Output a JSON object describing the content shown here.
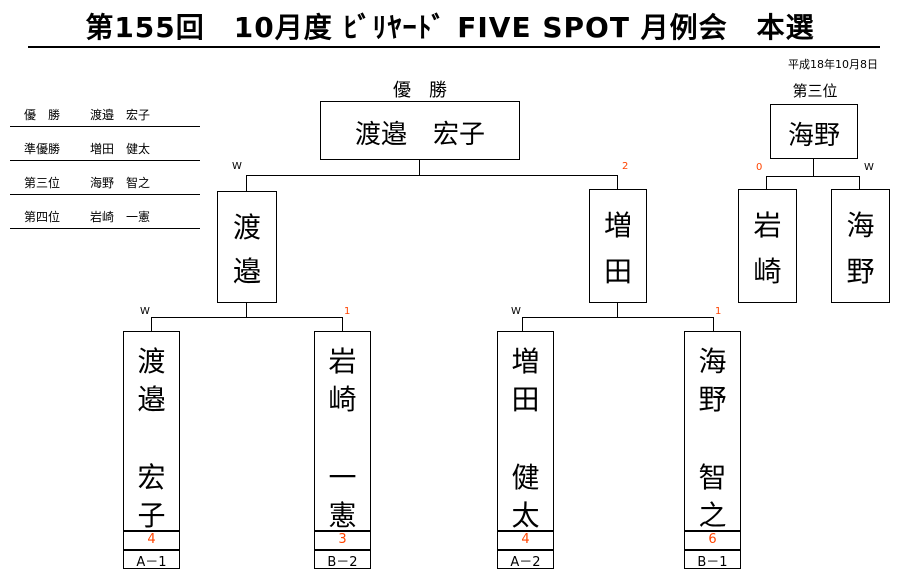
{
  "title": "第155回　10月度 ﾋﾞﾘﾔｰﾄﾞ FIVE SPOT 月例会　本選",
  "date": "平成18年10月8日",
  "summary": [
    {
      "rank": "優　勝",
      "name": "渡邉　宏子"
    },
    {
      "rank": "準優勝",
      "name": "増田　健太"
    },
    {
      "rank": "第三位",
      "name": "海野　智之"
    },
    {
      "rank": "第四位",
      "name": "岩崎　一憲"
    }
  ],
  "final": {
    "label": "優　勝",
    "winner": "渡邉　宏子"
  },
  "third_place": {
    "label": "第三位",
    "winner": "海野"
  },
  "semifinals": [
    {
      "name": [
        "渡",
        "邉"
      ],
      "mark": "W"
    },
    {
      "name": [
        "増",
        "田"
      ],
      "mark": "2"
    }
  ],
  "third_match": [
    {
      "name": [
        "岩",
        "崎"
      ],
      "mark": "0"
    },
    {
      "name": [
        "海",
        "野"
      ],
      "mark": "W"
    }
  ],
  "first_round": [
    {
      "name_top": [
        "渡",
        "邉"
      ],
      "name_bottom": [
        "宏",
        "子"
      ],
      "mark": "W",
      "score": "4",
      "code": "A－1"
    },
    {
      "name_top": [
        "岩",
        "崎"
      ],
      "name_bottom": [
        "一",
        "憲"
      ],
      "mark": "1",
      "score": "3",
      "code": "B－2"
    },
    {
      "name_top": [
        "増",
        "田"
      ],
      "name_bottom": [
        "健",
        "太"
      ],
      "mark": "W",
      "score": "4",
      "code": "A－2"
    },
    {
      "name_top": [
        "海",
        "野"
      ],
      "name_bottom": [
        "智",
        "之"
      ],
      "mark": "1",
      "score": "6",
      "code": "B－1"
    }
  ]
}
